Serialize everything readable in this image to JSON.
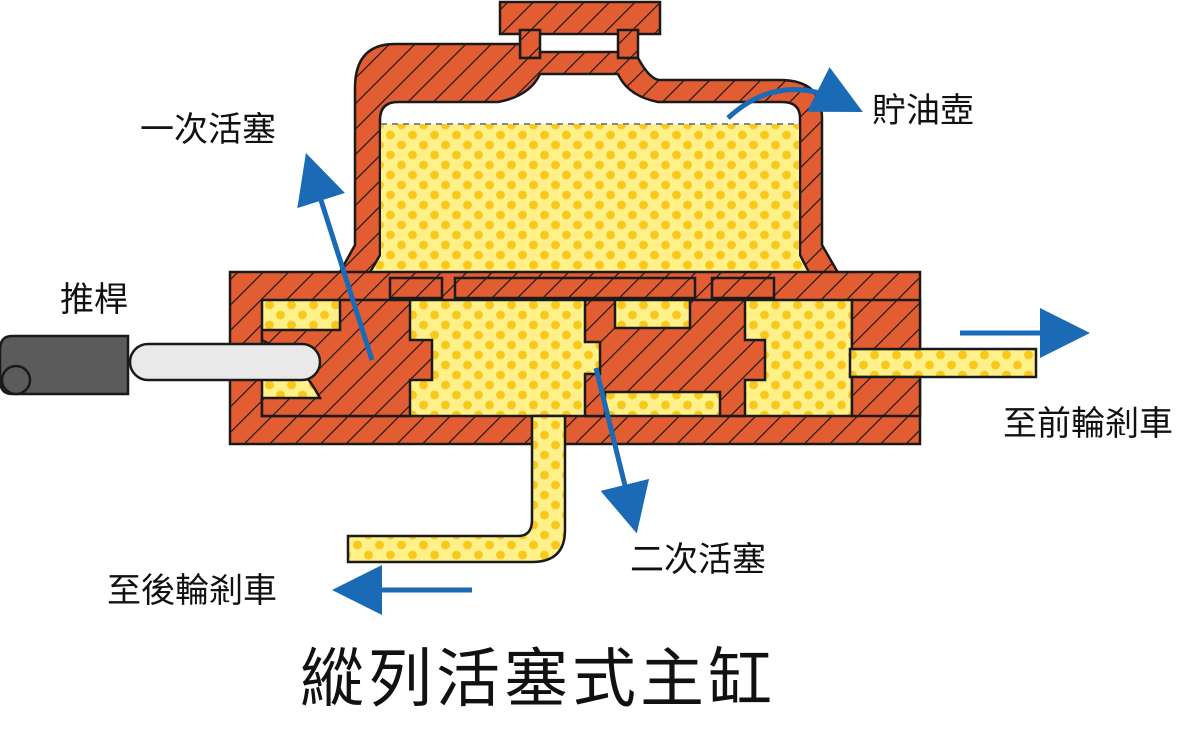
{
  "labels": {
    "primary_piston": "一次活塞",
    "reservoir": "貯油壺",
    "push_rod": "推桿",
    "to_front_brakes": "至前輪剎車",
    "secondary_piston": "二次活塞",
    "to_rear_brakes": "至後輪剎車"
  },
  "title": "縱列活塞式主缸",
  "colors": {
    "housing": "#e35d33",
    "housing_outline": "#1a1a1a",
    "fluid": "#fff08a",
    "fluid_dots": "#f8c81a",
    "arrow": "#1a6ab5",
    "push_rod_body": "#5b5b5b",
    "push_rod_shaft": "#e9e9e9"
  }
}
